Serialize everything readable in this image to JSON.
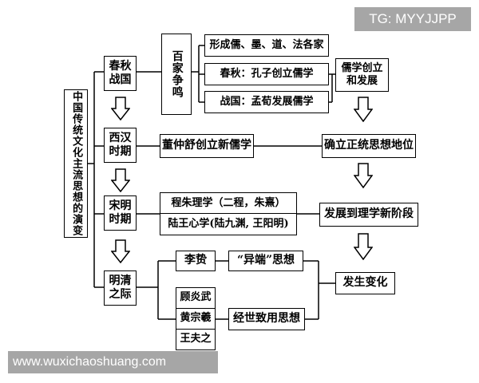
{
  "watermark": {
    "top": "TG: MYYJJPP",
    "bottom": "www.wuxichaoshuang.com"
  },
  "root": "中国传统文化主流思想的演变",
  "eras": {
    "chunqiu": "春秋战国",
    "xihan": "西汉时期",
    "songming": "宋明时期",
    "mingqing": "明清之际"
  },
  "baijia": "百家争鸣",
  "chunqiu_items": [
    "形成儒、墨、道、法各家",
    "春秋：孔子创立儒学",
    "战国：孟荀发展儒学"
  ],
  "chunqiu_result": "儒学创立和发展",
  "xihan_item": "董仲舒创立新儒学",
  "xihan_result": "确立正统思想地位",
  "songming_items": [
    "程朱理学（二程，朱熹）",
    "陆王心学(陆九渊, 王阳明)"
  ],
  "songming_result": "发展到理学新阶段",
  "mingqing_person": "李贽",
  "mingqing_idea": "“异端”思想",
  "mingqing_group": [
    "顾炎武",
    "黄宗羲",
    "王夫之"
  ],
  "mingqing_group_idea": "经世致用思想",
  "mingqing_result": "发生变化"
}
